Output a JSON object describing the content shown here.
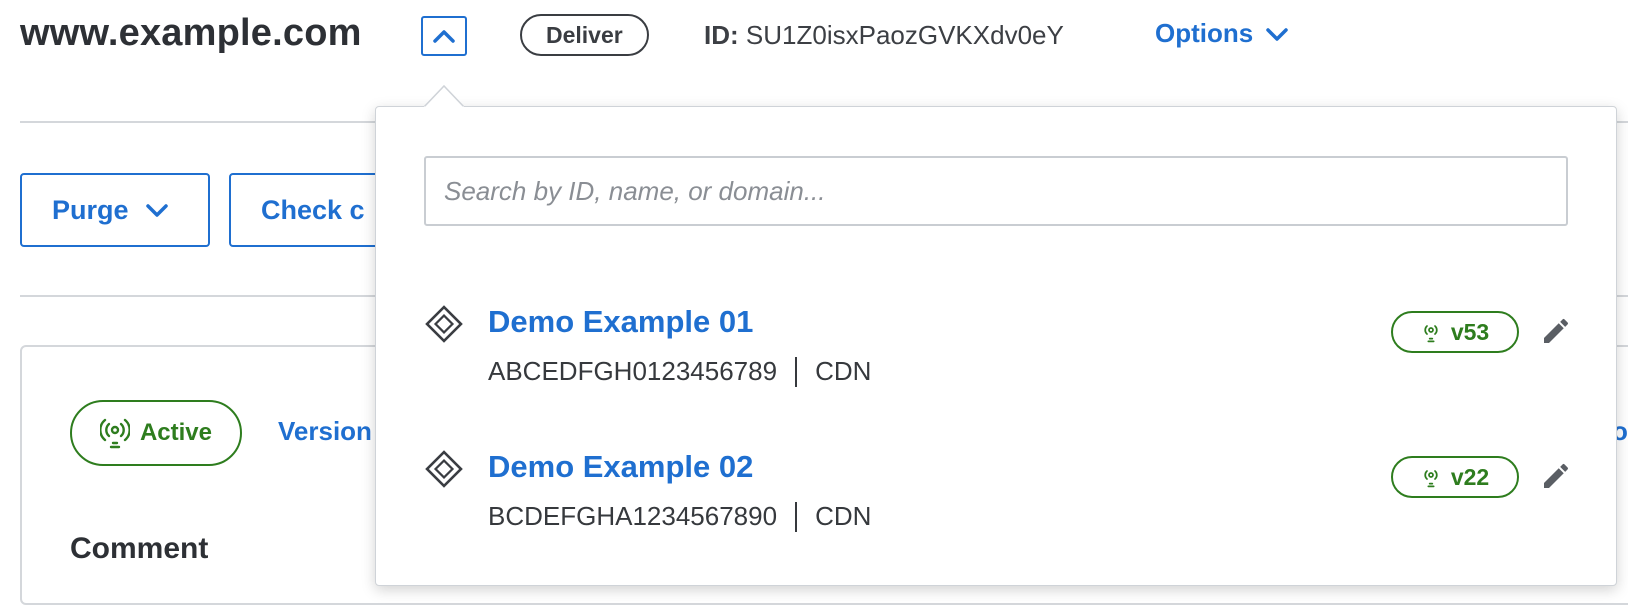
{
  "header": {
    "site_title": "www.example.com",
    "deliver_badge": "Deliver",
    "id_label": "ID:",
    "id_value": "SU1Z0isxPaozGVKXdv0eY",
    "options_label": "Options"
  },
  "toolbar": {
    "purge_label": "Purge",
    "check_label": "Check c"
  },
  "card": {
    "active_label": "Active",
    "version_link": "Version",
    "clipped_link": "o",
    "comment_label": "Comment"
  },
  "dropdown": {
    "search_placeholder": "Search by ID, name, or domain...",
    "items": [
      {
        "name": "Demo Example 01",
        "id": "ABCEDFGH0123456789",
        "type": "CDN",
        "version": "v53"
      },
      {
        "name": "Demo Example 02",
        "id": "BCDEFGHA1234567890",
        "type": "CDN",
        "version": "v22"
      }
    ]
  },
  "colors": {
    "accent": "#1f6fd0",
    "active_green": "#2e7d1e",
    "text_dark": "#2d3035",
    "border": "#d4d7db"
  },
  "icons": {
    "collapse": "chevron-up-icon",
    "options": "chevron-down-icon",
    "purge": "chevron-down-icon",
    "active": "broadcast-icon",
    "service": "service-diamond-icon",
    "edit": "pencil-icon"
  }
}
